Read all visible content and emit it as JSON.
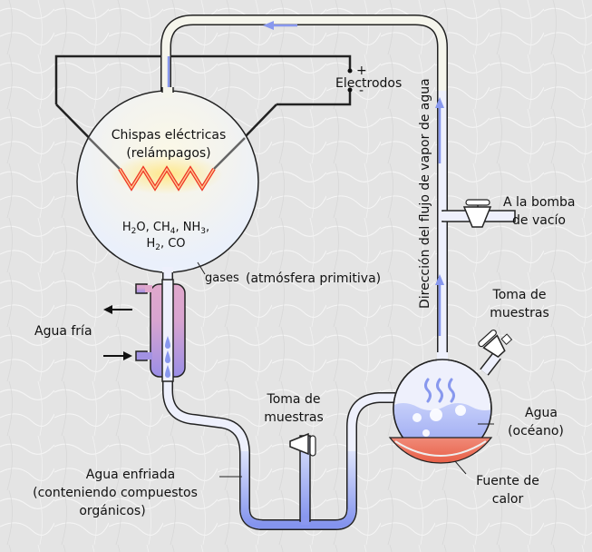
{
  "diagram": {
    "title": "Experimento de Miller-Urey",
    "labels": {
      "electrodes": "Electrodos",
      "electrode_plus": "+",
      "electrode_minus": "-",
      "sparks_line1": "Chispas eléctricas",
      "sparks_line2": "(relámpagos)",
      "gases_word": "gases",
      "gases_desc": "(atmósfera primitiva)",
      "formula_line1": [
        "H",
        "2",
        "O, CH",
        "4",
        ", NH",
        "3",
        ","
      ],
      "formula_line2": [
        "H",
        "2",
        ", CO"
      ],
      "cold_water": "Agua fría",
      "cooled_water_line1": "Agua enfriada",
      "cooled_water_line2": "(conteniendo compuestos",
      "cooled_water_line3": "orgánicos)",
      "sample_left_line1": "Toma de",
      "sample_left_line2": "muestras",
      "sample_right_line1": "Toma de",
      "sample_right_line2": "muestras",
      "vacuum_line1": "A la bomba",
      "vacuum_line2": "de vacío",
      "vapor_flow": "Dirección del flujo de vapor de agua",
      "ocean_line1": "Agua",
      "ocean_line2": "(océano)",
      "heat_line1": "Fuente de",
      "heat_line2": "calor"
    },
    "colors": {
      "background": "#e6e6e6",
      "tube_fill": "#f5f5ec",
      "tube_stroke": "#222222",
      "flow_arrow": "#8898ee",
      "water_top": "#dde3fb",
      "water_bottom": "#8090ee",
      "condenser_top": "#e0a8cc",
      "condenser_bottom": "#9a8ee6",
      "heater": "#ec6e58",
      "spark": "#ee3322",
      "spark_glow": "#ffe680"
    }
  }
}
